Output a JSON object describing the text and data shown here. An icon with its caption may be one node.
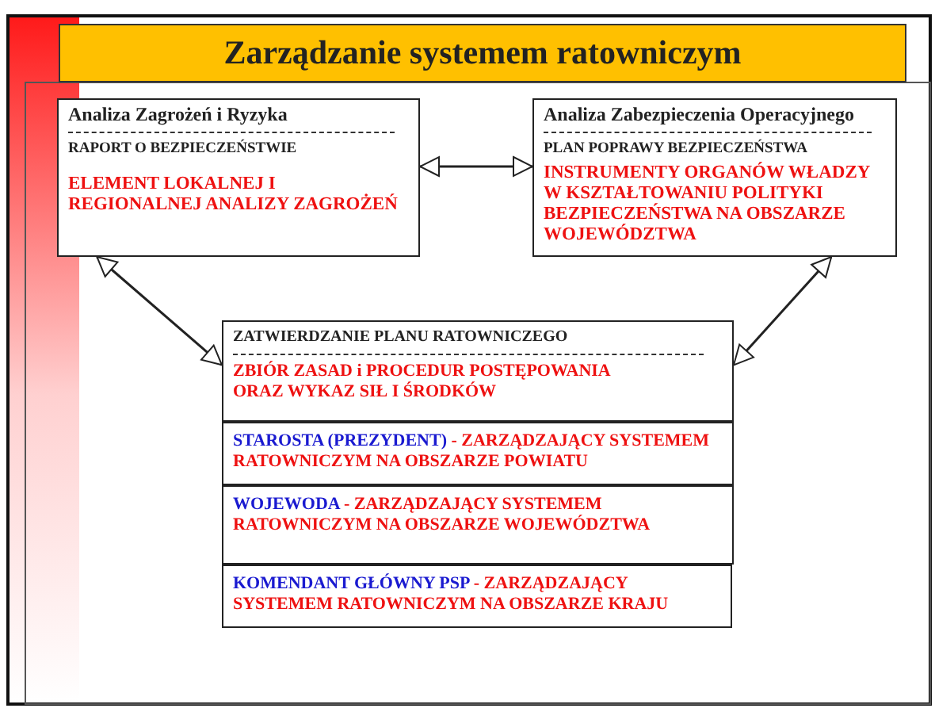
{
  "diagram": {
    "title": "Zarządzanie systemem ratowniczym",
    "nodes": [
      {
        "text": [
          "Analiza Zagrożeń i Ryzyka",
          "RAPORT O BEZPIECZEŃSTWIE",
          "ELEMENT LOKALNEJ I REGIONALNEJ ANALIZY ZAGROŻEŃ"
        ]
      },
      {
        "text": [
          "Analiza Zabezpieczenia Operacyjnego",
          "PLAN POPRAWY BEZPIECZEŃSTWA",
          "INSTRUMENTY ORGANÓW  WŁADZY W KSZTAŁTOWANIU POLITYKI BEZPIECZEŃSTWA NA OBSZARZE WOJEWÓDZTWA"
        ]
      },
      {
        "text": [
          "ZATWIERDZANIE PLANU  RATOWNICZEGO",
          "ZBIÓR ZASAD i PROCEDUR POSTĘPOWANIA ORAZ WYKAZ SIŁ I ŚRODKÓW"
        ]
      },
      {
        "text": [
          "STAROSTA  (PREZYDENT)",
          "- ZARZĄDZAJĄCY SYSTEMEM RATOWNICZYM NA OBSZARZE POWIATU"
        ]
      },
      {
        "text": [
          "WOJEWODA",
          "- ZARZĄDZAJĄCY SYSTEMEM RATOWNICZYM NA OBSZARZE WOJEWÓDZTWA"
        ]
      },
      {
        "text": [
          "KOMENDANT GŁÓWNY PSP",
          "- ZARZĄDZAJĄCY SYSTEMEM RATOWNICZYM NA OBSZARZE KRAJU"
        ]
      }
    ],
    "edges": [
      {
        "from": 0,
        "to": 1,
        "arrow": "both"
      },
      {
        "from": 0,
        "to": 2,
        "arrow": "both"
      },
      {
        "from": 1,
        "to": 2,
        "arrow": "both"
      }
    ]
  }
}
